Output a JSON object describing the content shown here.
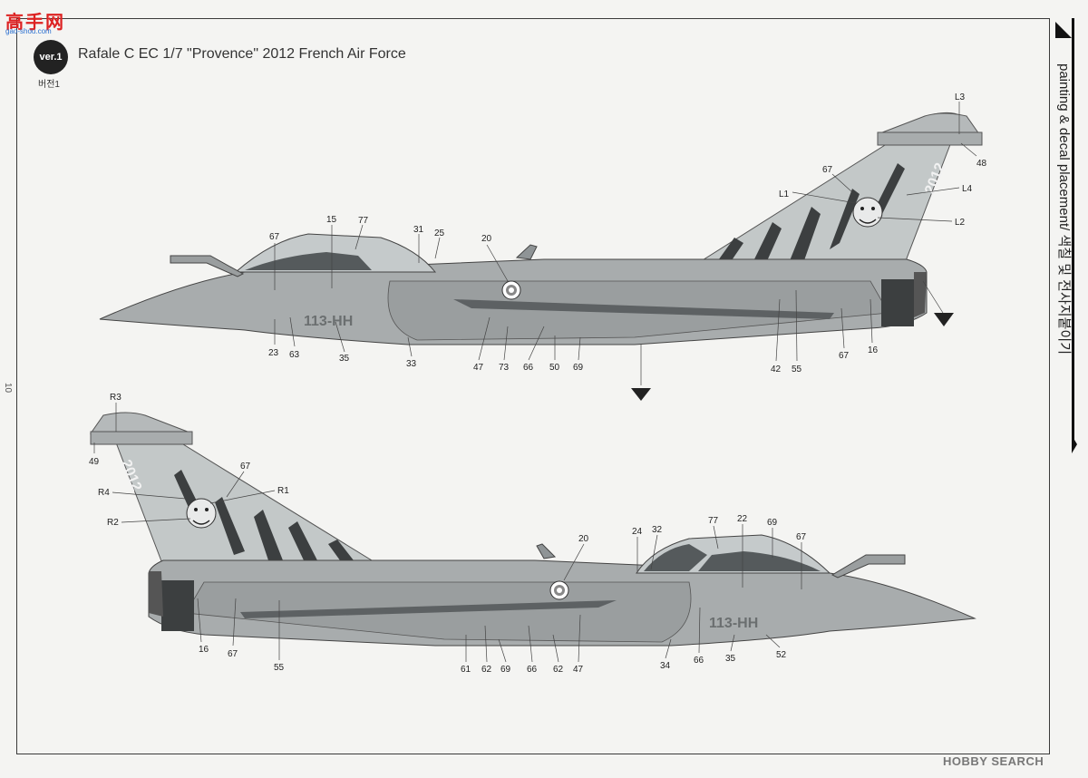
{
  "header": {
    "site_logo": "高手网",
    "site_url": "gao-shou.com",
    "version_badge": "ver.1",
    "version_korean": "버전1",
    "title": "Rafale C EC 1/7 \"Provence\" 2012 French Air Force",
    "page_number": "10"
  },
  "side_tab": {
    "text": "painting & decal placement/ 색칠 및 전사지붙이기"
  },
  "watermark": "HOBBY SEARCH",
  "aircraft_top": {
    "serial": "113-HH",
    "tail_text": "2012",
    "labels": [
      "L3",
      "67",
      "48",
      "L1",
      "L4",
      "L2",
      "15",
      "77",
      "31",
      "25",
      "67",
      "20",
      "23",
      "63",
      "35",
      "33",
      "47",
      "73",
      "66",
      "50",
      "69",
      "42",
      "55",
      "67",
      "16"
    ],
    "arrows": [
      "5",
      "9"
    ]
  },
  "aircraft_bottom": {
    "serial": "113-HH",
    "tail_text": "2012",
    "labels": [
      "R3",
      "49",
      "67",
      "R4",
      "R1",
      "R2",
      "20",
      "24",
      "32",
      "77",
      "22",
      "69",
      "67",
      "16",
      "67",
      "55",
      "61",
      "62",
      "69",
      "66",
      "62",
      "47",
      "34",
      "66",
      "35",
      "52"
    ]
  },
  "colors": {
    "airframe": "#a8acad",
    "shade": "#8f9496",
    "tail_light": "#c3c8c8",
    "dark": "#3c3f40"
  }
}
